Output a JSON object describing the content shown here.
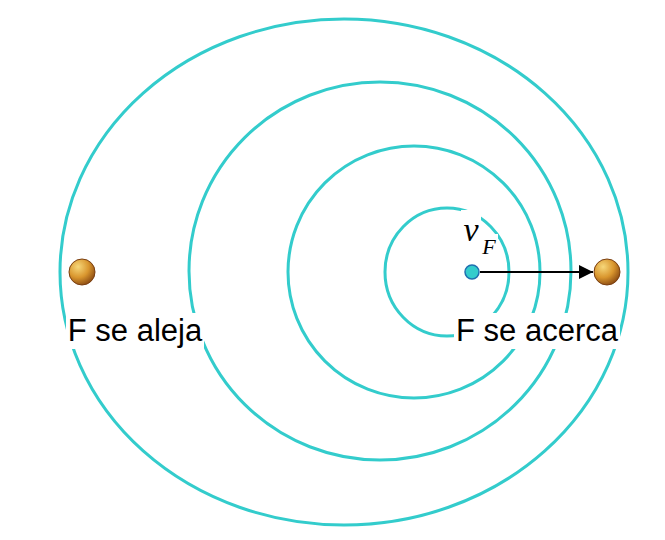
{
  "diagram": {
    "nodes": [
      {
        "text": [
          "v",
          "F"
        ]
      },
      {
        "text": [
          "F se aleja"
        ]
      },
      {
        "text": [
          "F se acerca"
        ]
      }
    ],
    "edges": [
      {
        "from": 0,
        "to": 2,
        "arrow": "to"
      }
    ]
  }
}
